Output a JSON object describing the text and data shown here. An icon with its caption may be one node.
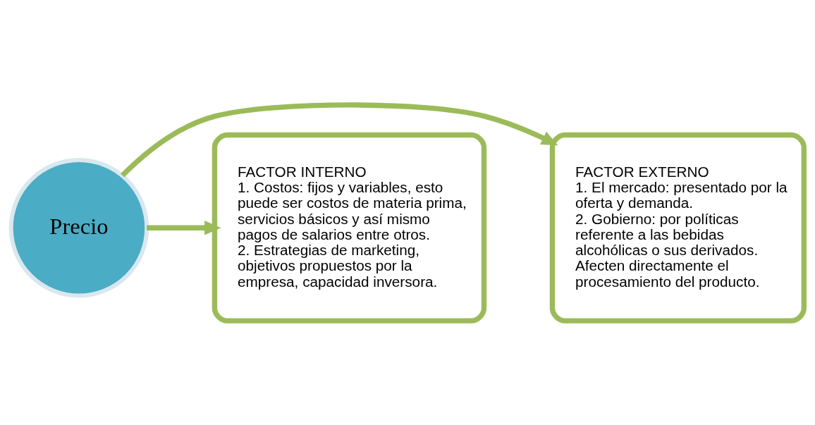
{
  "diagram": {
    "nodes": [
      {
        "text": [
          "FACTOR EXTERNO",
          "1. El mercado: presentado por la oferta y demanda.",
          "2. Gobierno: por políticas referente a las bebidas alcohólicas o sus derivados.",
          "Afecten directamente el procesamiento del producto."
        ]
      },
      {
        "text": [
          "Precio"
        ]
      },
      {
        "text": [
          "FACTOR INTERNO",
          "1. Costos: fijos y variables, esto puede ser costos de materia prima, servicios básicos y así mismo pagos de salarios entre otros.",
          "2. Estrategias de marketing, objetivos propuestos por la empresa, capacidad inversora."
        ]
      }
    ],
    "edges": [
      {
        "from": 1,
        "to": 0,
        "arrow": "to"
      },
      {
        "from": 1,
        "to": 2,
        "arrow": "to"
      }
    ]
  }
}
